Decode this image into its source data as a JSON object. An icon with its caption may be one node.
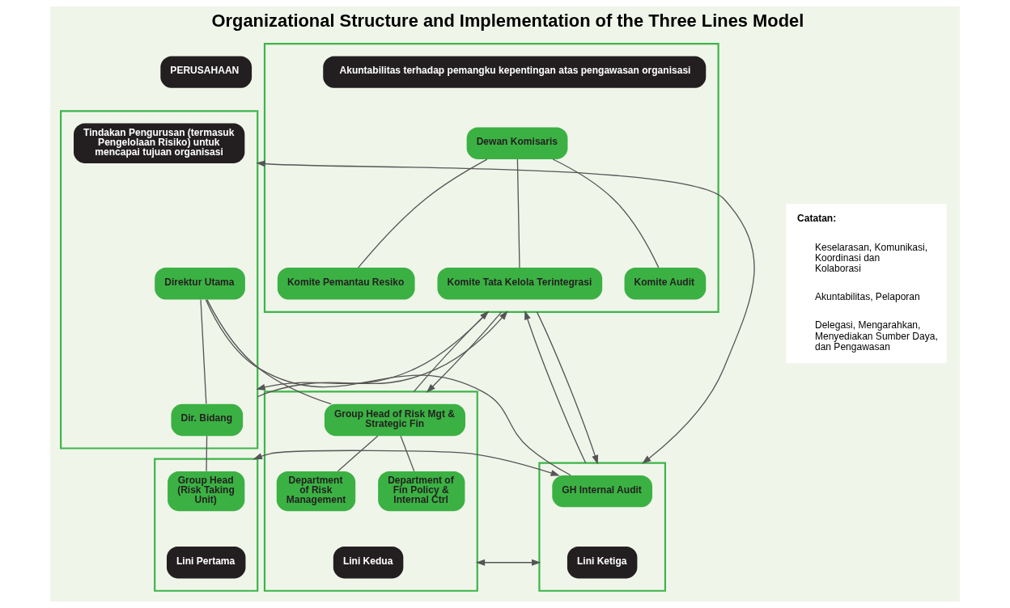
{
  "diagram": {
    "title": "Organizational Structure and Implementation of the Three Lines Model",
    "nodes": [
      {
        "text": [
          "PERUSAHAAN"
        ]
      },
      {
        "text": [],
        "shape": "box"
      },
      {
        "text": [
          "Akuntabilitas terhadap pemangku kepentingan atas pengawasan organisasi"
        ],
        "in": 1
      },
      {
        "text": [
          "Dewan Komisaris"
        ],
        "in": 1
      },
      {
        "text": [
          "Komite Pemantau Resiko"
        ],
        "in": 1
      },
      {
        "text": [
          "Komite Tata Kelola Terintegrasi"
        ],
        "in": 1
      },
      {
        "text": [
          "Komite Audit"
        ],
        "in": 1
      },
      {
        "text": [],
        "shape": "box"
      },
      {
        "text": [
          "Tindakan Pengurusan (termasuk Pengelolaan Risiko) untuk mencapai tujuan organisasi"
        ],
        "in": 7
      },
      {
        "text": [
          "Direktur Utama"
        ],
        "in": 7
      },
      {
        "text": [
          "Dir. Bidang"
        ],
        "in": 7
      },
      {
        "text": [],
        "shape": "box"
      },
      {
        "text": [
          "Group Head of Risk Mgt & Strategic Fin"
        ],
        "in": 11
      },
      {
        "text": [
          "Department of Risk Management"
        ],
        "in": 11
      },
      {
        "text": [
          "Department of Fin Policy & Internal Ctrl"
        ],
        "in": 11
      },
      {
        "text": [
          "Lini Kedua"
        ],
        "in": 11
      },
      {
        "text": [],
        "shape": "box"
      },
      {
        "text": [
          "Group Head (Risk Taking Unit)"
        ],
        "in": 16
      },
      {
        "text": [
          "Lini Pertama"
        ],
        "in": 16
      },
      {
        "text": [],
        "shape": "box"
      },
      {
        "text": [
          "GH Internal Audit"
        ],
        "in": 19
      },
      {
        "text": [
          "Lini Ketiga"
        ],
        "in": 19
      }
    ],
    "edges": [
      {
        "from": 3,
        "to": 4,
        "arrow": "none"
      },
      {
        "from": 3,
        "to": 5,
        "arrow": "none"
      },
      {
        "from": 3,
        "to": 6,
        "arrow": "none"
      },
      {
        "from": 1,
        "to": 7,
        "arrow": "to"
      },
      {
        "from": 7,
        "to": 1,
        "arrow": "to"
      },
      {
        "from": 11,
        "to": 1,
        "arrow": "to"
      },
      {
        "from": 1,
        "to": 11,
        "arrow": "to"
      },
      {
        "from": 19,
        "to": 1,
        "arrow": "to"
      },
      {
        "from": 1,
        "to": 19,
        "arrow": "to"
      },
      {
        "from": 7,
        "to": 19,
        "arrow": "both"
      },
      {
        "from": 9,
        "to": 10,
        "arrow": "none"
      },
      {
        "from": 9,
        "to": 12,
        "arrow": "none"
      },
      {
        "from": 9,
        "to": 20,
        "arrow": "none"
      },
      {
        "from": 10,
        "to": 17,
        "arrow": "none"
      },
      {
        "from": 12,
        "to": 13,
        "arrow": "none"
      },
      {
        "from": 12,
        "to": 14,
        "arrow": "none"
      },
      {
        "from": 16,
        "to": 20,
        "arrow": "both"
      },
      {
        "from": 11,
        "to": 19,
        "arrow": "both"
      }
    ],
    "labels": [
      "Catatan:"
    ],
    "legend": [
      {
        "text": "Keselarasan, Komunikasi, Koordinasi dan Kolaborasi"
      },
      {
        "text": "Akuntabilitas, Pelaporan"
      },
      {
        "text": "Delegasi, Mengarahkan, Menyediakan Sumber Daya, dan Pengawasan"
      }
    ]
  }
}
